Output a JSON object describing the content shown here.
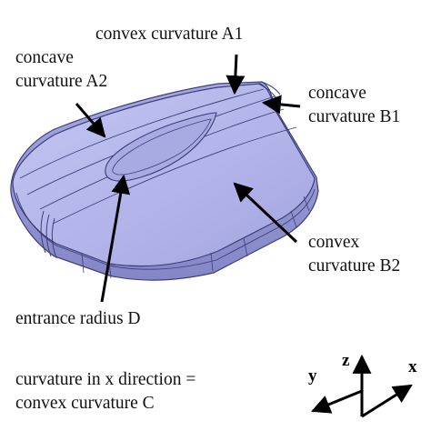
{
  "labels": {
    "convex_a1": "convex curvature A1",
    "concave_a2_line1": "concave",
    "concave_a2_line2": "curvature A2",
    "concave_b1_line1": "concave",
    "concave_b1_line2": "curvature B1",
    "convex_b2_line1": "convex",
    "convex_b2_line2": "curvature B2",
    "entrance_d": "entrance radius D",
    "caption_line1": "curvature in x direction =",
    "caption_line2": "convex curvature C"
  },
  "axes": {
    "x": "x",
    "y": "y",
    "z": "z"
  },
  "colors": {
    "part_top": "#b4b6eb",
    "part_side": "#9a9cd8",
    "part_edge": "#3d3f7a",
    "arrow": "#000000"
  }
}
